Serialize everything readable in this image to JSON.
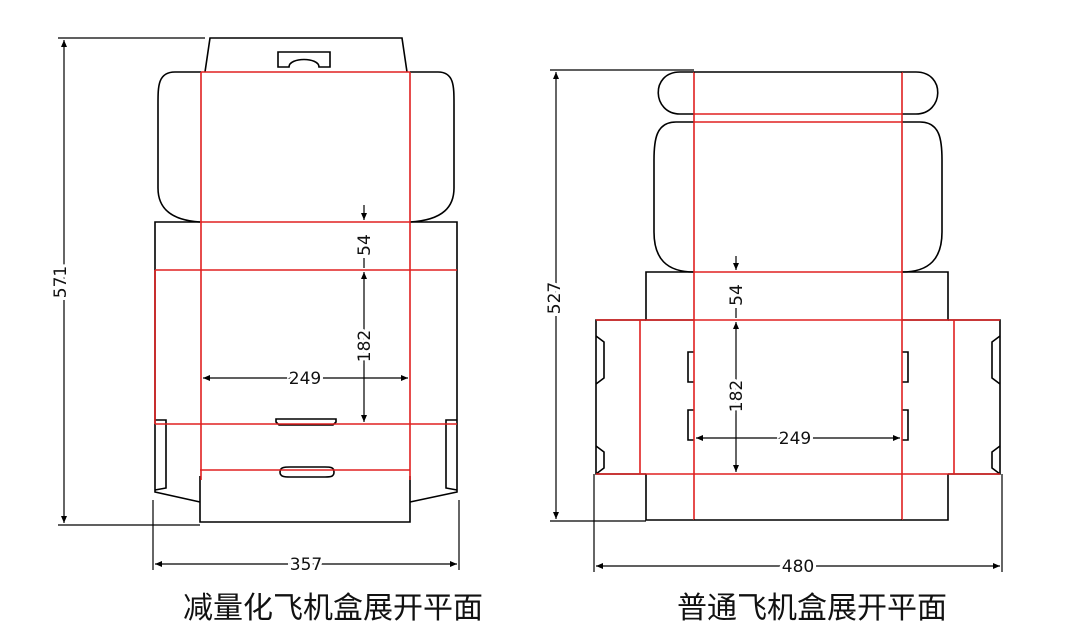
{
  "diagrams": [
    {
      "caption": "减量化飞机盒展开平面",
      "dimensions": {
        "total_height": "571",
        "total_width": "357",
        "inner_width": "249",
        "inner_depth": "182",
        "wall_height": "54"
      }
    },
    {
      "caption": "普通飞机盒展开平面",
      "dimensions": {
        "total_height": "527",
        "total_width": "480",
        "inner_width": "249",
        "inner_depth": "182",
        "wall_height": "54"
      }
    }
  ],
  "colors": {
    "cut_line": "#000000",
    "fold_line": "#e02020",
    "dimension_line": "#000000"
  }
}
